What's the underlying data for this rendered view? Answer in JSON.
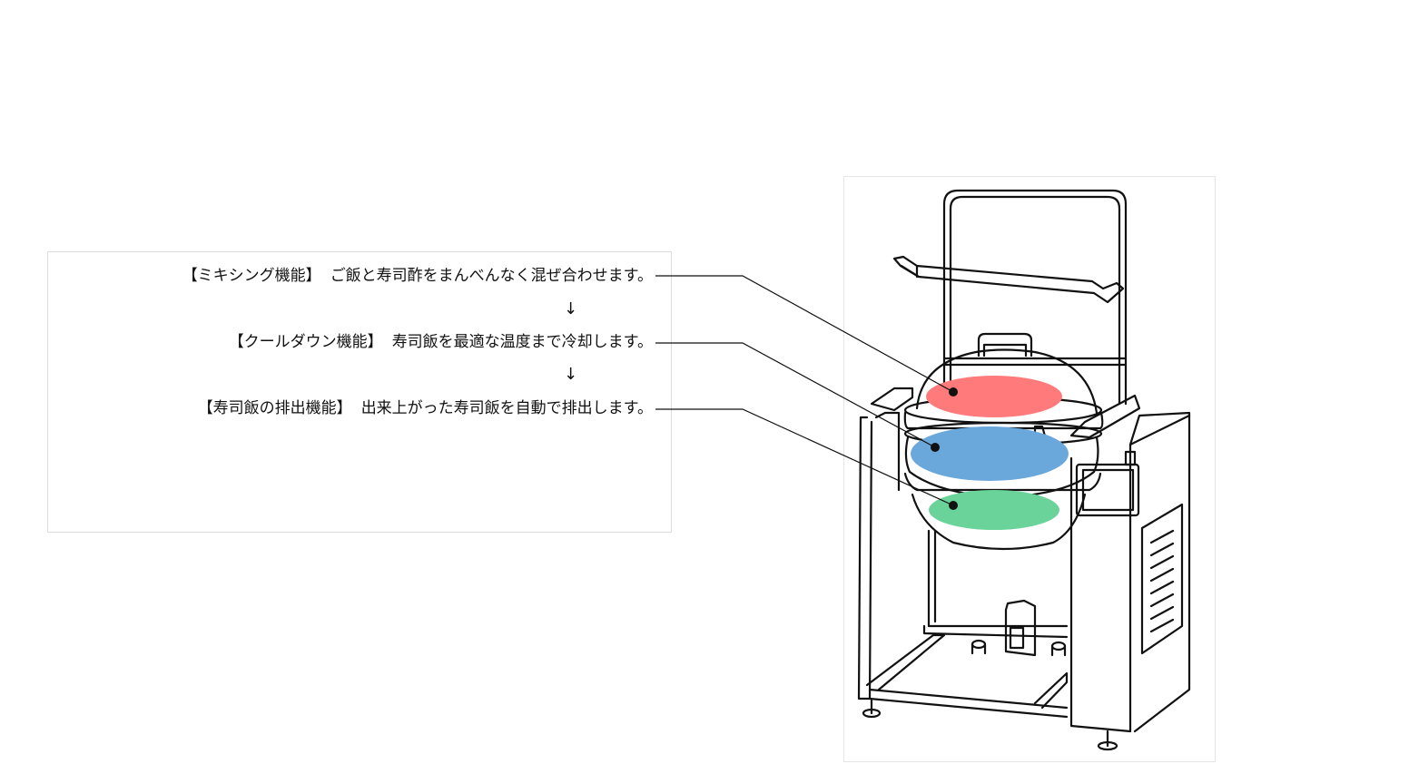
{
  "features": [
    {
      "title": "【ミキシング機能】",
      "description": "ご飯と寿司酢をまんべんなく混ぜ合わせます。",
      "color": "#ff7b7b"
    },
    {
      "title": "【クールダウン機能】",
      "description": "寿司飯を最適な温度まで冷却します。",
      "color": "#6aa8dc"
    },
    {
      "title": "【寿司飯の排出機能】",
      "description": "出来上がった寿司飯を自動で排出します。",
      "color": "#6ad39a"
    }
  ],
  "arrows": [
    "↓",
    "↓"
  ]
}
